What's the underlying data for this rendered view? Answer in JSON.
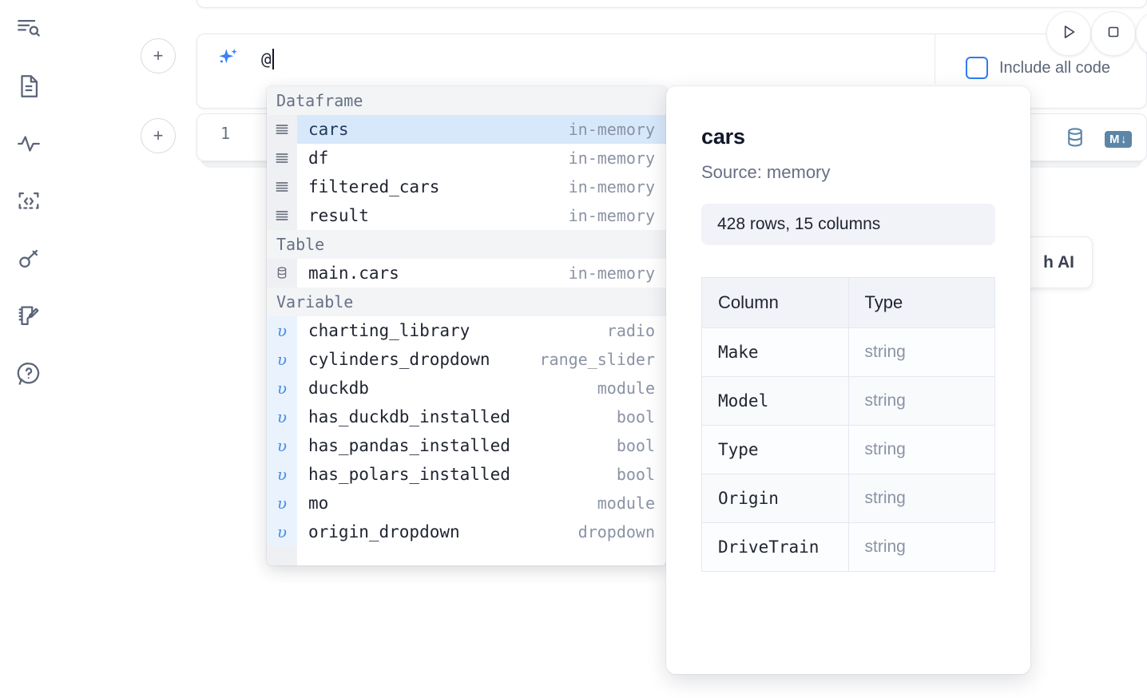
{
  "sidebar": {
    "items": [
      {
        "name": "explorer-icon",
        "label": "Explorer"
      },
      {
        "name": "document-icon",
        "label": "Document"
      },
      {
        "name": "activity-icon",
        "label": "Activity"
      },
      {
        "name": "snippets-icon",
        "label": "Snippets"
      },
      {
        "name": "secrets-icon",
        "label": "Secrets"
      },
      {
        "name": "scratchpad-icon",
        "label": "Scratchpad"
      },
      {
        "name": "help-icon",
        "label": "Help"
      }
    ]
  },
  "toolbar": {
    "add_label": "+",
    "run_label": "Run",
    "stop_label": "Stop",
    "more_label": "More",
    "include_all_code_label": "Include all code",
    "include_all_code_checked": false,
    "accent_color": "#2f7bf0"
  },
  "ai_prompt": {
    "icon": "sparkle-icon",
    "value": "@",
    "icon_color": "#3b82f6"
  },
  "cell": {
    "line_number": "1",
    "database_icon": "database-icon",
    "markdown_badge": "M",
    "markdown_badge_arrow": "↓"
  },
  "ai_hint_card": {
    "label": "h AI"
  },
  "autocomplete": {
    "groups": [
      {
        "label": "Dataframe",
        "items": [
          {
            "icon": "dataframe-icon",
            "name": "cars",
            "type": "in-memory",
            "selected": true
          },
          {
            "icon": "dataframe-icon",
            "name": "df",
            "type": "in-memory",
            "selected": false
          },
          {
            "icon": "dataframe-icon",
            "name": "filtered_cars",
            "type": "in-memory",
            "selected": false
          },
          {
            "icon": "dataframe-icon",
            "name": "result",
            "type": "in-memory",
            "selected": false
          }
        ]
      },
      {
        "label": "Table",
        "items": [
          {
            "icon": "table-icon",
            "name": "main.cars",
            "type": "in-memory",
            "selected": false
          }
        ]
      },
      {
        "label": "Variable",
        "items": [
          {
            "icon": "variable-icon",
            "name": "charting_library",
            "type": "radio",
            "selected": false
          },
          {
            "icon": "variable-icon",
            "name": "cylinders_dropdown",
            "type": "range_slider",
            "selected": false
          },
          {
            "icon": "variable-icon",
            "name": "duckdb",
            "type": "module",
            "selected": false
          },
          {
            "icon": "variable-icon",
            "name": "has_duckdb_installed",
            "type": "bool",
            "selected": false
          },
          {
            "icon": "variable-icon",
            "name": "has_pandas_installed",
            "type": "bool",
            "selected": false
          },
          {
            "icon": "variable-icon",
            "name": "has_polars_installed",
            "type": "bool",
            "selected": false
          },
          {
            "icon": "variable-icon",
            "name": "mo",
            "type": "module",
            "selected": false
          },
          {
            "icon": "variable-icon",
            "name": "origin_dropdown",
            "type": "dropdown",
            "selected": false
          }
        ]
      }
    ]
  },
  "info_panel": {
    "title": "cars",
    "source": "Source: memory",
    "shape": "428 rows, 15 columns",
    "columns_header": "Column",
    "type_header": "Type",
    "rows": [
      {
        "column": "Make",
        "type": "string"
      },
      {
        "column": "Model",
        "type": "string"
      },
      {
        "column": "Type",
        "type": "string"
      },
      {
        "column": "Origin",
        "type": "string"
      },
      {
        "column": "DriveTrain",
        "type": "string"
      }
    ]
  }
}
